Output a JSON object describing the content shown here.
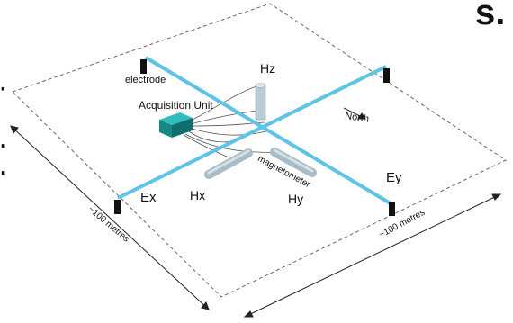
{
  "fragments": {
    "top_right": "s.",
    "left_dot": "·",
    "left_mid": ".",
    "left_bottom": "."
  },
  "labels": {
    "electrode": "electrode",
    "acquisition_unit": "Acquisition Unit",
    "hz": "Hz",
    "hx": "Hx",
    "hy": "Hy",
    "ex": "Ex",
    "ey": "Ey",
    "north": "North",
    "magnetometer": "magnetometer",
    "dim_left": "~100 metres",
    "dim_right": "~100 metres"
  },
  "colors": {
    "cable": "#5ec3e6",
    "acquisition_unit": "#1c8f8f",
    "magnetometer": "#b9ccd4",
    "electrode": "#111111",
    "outline": "#666666"
  },
  "icons": [
    "electrode-marker",
    "acquisition-unit-box",
    "magnetometer-cylinder",
    "north-arrow"
  ]
}
